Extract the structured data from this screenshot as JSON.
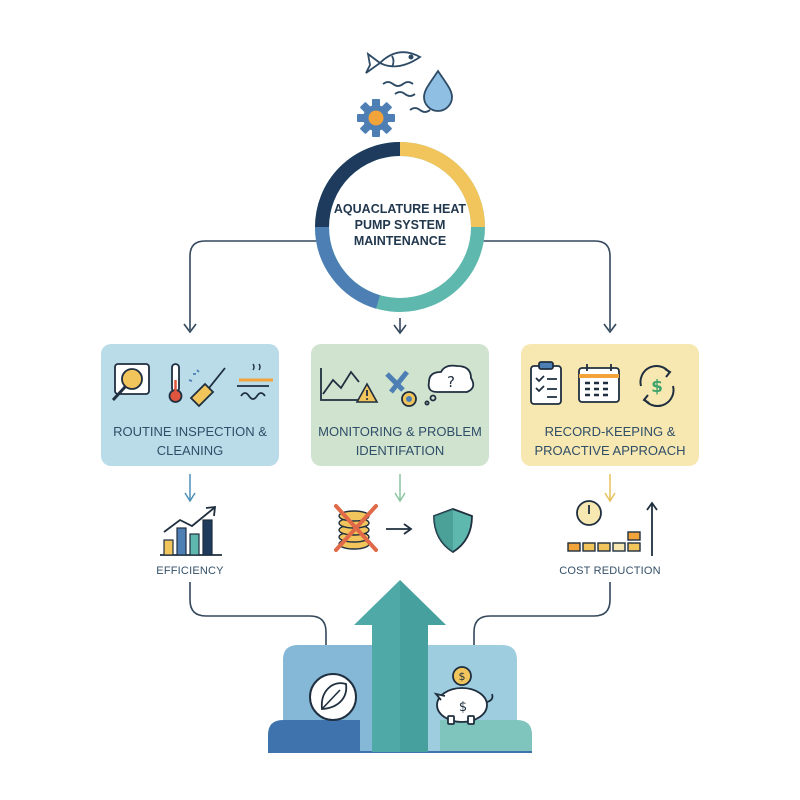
{
  "title": "AQUACLATURE HEAT PUMP SYSTEM MAINTENANCE",
  "cards": [
    {
      "title": "ROUTINE INSPECTION & CLEANING",
      "color": "#b9dce8"
    },
    {
      "title": "MONITORING & PROBLEM IDENTIFATION",
      "color": "#cfe3cf"
    },
    {
      "title": "RECORD-KEEPING & PROACTIVE APPROACH",
      "color": "#f7e7b1"
    }
  ],
  "outcomes": {
    "efficiency": "EFFICIENCY",
    "cost_reduction": "COST REDUCTION"
  },
  "colors": {
    "ring_navy": "#1e3a5c",
    "ring_yellow": "#f2c55c",
    "ring_teal": "#5fb8ad",
    "ring_blue": "#4d7fb5",
    "arrow_teal": "#4fa9a6",
    "base_blue": "#3f73ad"
  },
  "icons": [
    "fish-icon",
    "water-drop-icon",
    "gear-icon",
    "wave-icon",
    "magnifier-icon",
    "thermometer-icon",
    "brush-icon",
    "vent-icon",
    "line-chart-icon",
    "warning-icon",
    "wrench-icon",
    "question-cloud-icon",
    "clipboard-icon",
    "calendar-icon",
    "dollar-cycle-icon",
    "bar-chart-icon",
    "coin-stack-cross-icon",
    "shield-icon",
    "clock-icon",
    "leaf-icon",
    "piggy-bank-icon"
  ]
}
